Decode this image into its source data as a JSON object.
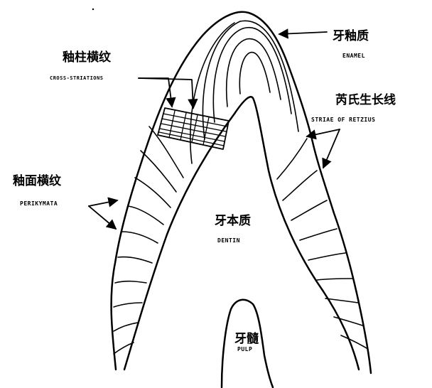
{
  "labels": {
    "enamel_zh": "牙釉质",
    "enamel_en": "ENAMEL",
    "cross_striations_zh": "釉柱横纹",
    "cross_striations_en": "CROSS-STRIATIONS",
    "retzius_zh": "芮氏生长线",
    "retzius_en": "STRIAE OF RETZIUS",
    "perikymata_zh": "釉面横纹",
    "perikymata_en": "PERIKYMATA",
    "dentin_zh": "牙本质",
    "dentin_en": "DENTIN",
    "pulp_zh": "牙髓",
    "pulp_en": "PULP"
  },
  "colors": {
    "line": "#000000",
    "background": "#ffffff"
  }
}
